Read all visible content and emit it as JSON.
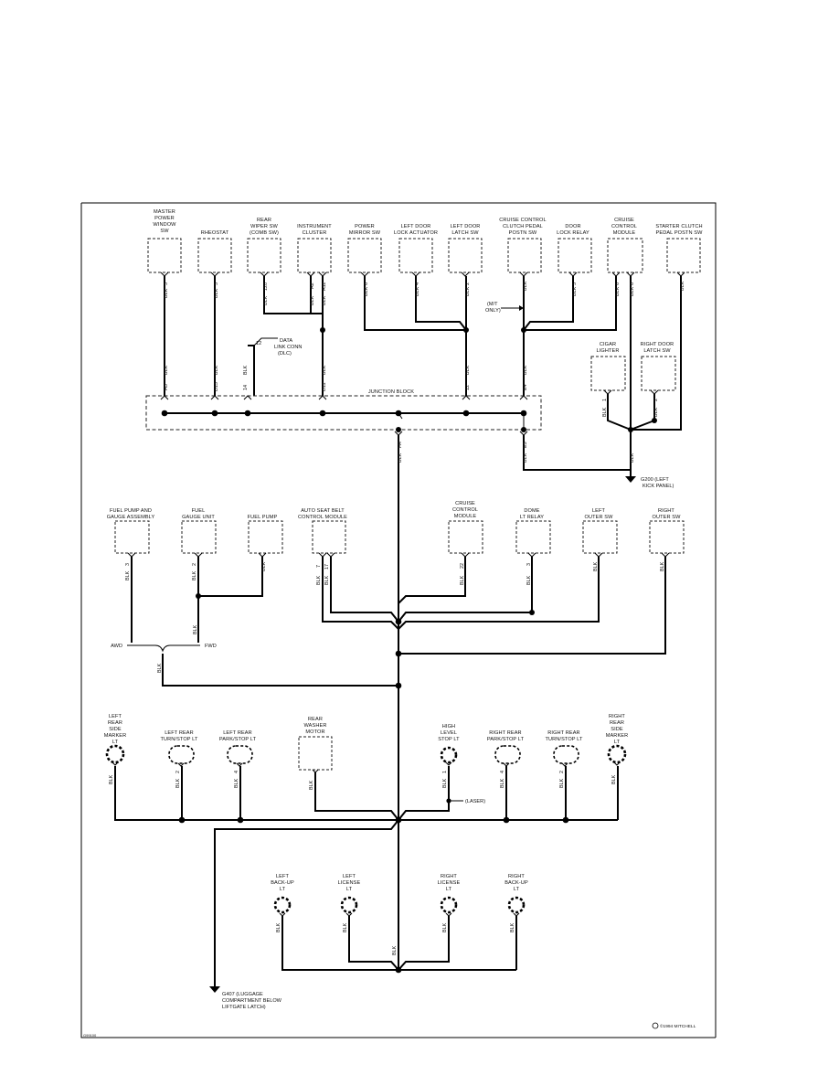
{
  "diagram": {
    "top_components": [
      {
        "id": "master-power-window-sw",
        "label": [
          "MASTER",
          "POWER",
          "WINDOW",
          "SW"
        ],
        "pin": "3"
      },
      {
        "id": "rheostat",
        "label": [
          "RHEOSTAT"
        ],
        "pin": "3"
      },
      {
        "id": "rear-wiper-sw",
        "label": [
          "REAR",
          "WIPER SW",
          "(COMB SW)"
        ],
        "pin": "120"
      },
      {
        "id": "instrument-cluster",
        "label": [
          "INSTRUMENT",
          "CLUSTER"
        ],
        "pins": [
          "A2",
          "A11"
        ]
      },
      {
        "id": "power-mirror-sw",
        "label": [
          "POWER",
          "MIRROR SW"
        ],
        "pin": "6"
      },
      {
        "id": "left-door-lock-actuator",
        "label": [
          "LEFT DOOR",
          "LOCK ACTUATOR"
        ],
        "pin": "4"
      },
      {
        "id": "left-door-latch-sw",
        "label": [
          "LEFT DOOR",
          "LATCH SW"
        ],
        "pin": "2"
      },
      {
        "id": "cruise-control-clutch-pedal-postn-sw",
        "label": [
          "CRUISE CONTROL",
          "CLUTCH PEDAL",
          "POSTN SW"
        ],
        "pin": ""
      },
      {
        "id": "door-lock-relay",
        "label": [
          "DOOR",
          "LOCK RELAY"
        ],
        "pin": "5"
      },
      {
        "id": "cruise-control-module-top",
        "label": [
          "CRUISE",
          "CONTROL",
          "MODULE"
        ],
        "pins": [
          "6",
          "6"
        ]
      },
      {
        "id": "starter-clutch-pedal-postn-sw",
        "label": [
          "STARTER CLUTCH",
          "PEDAL POSTN SW"
        ],
        "pin": ""
      }
    ],
    "mt_only": [
      "(M/T",
      "ONLY)"
    ],
    "dlc": {
      "pin": "12",
      "label": [
        "DATA",
        "LINK CONN",
        "(DLC)"
      ]
    },
    "junction_block": {
      "label": "JUNCTION BLOCK",
      "pins": [
        "H3",
        "D13",
        "14",
        "D11",
        "12",
        "E4"
      ],
      "out_pins": [
        "H4",
        "E5"
      ]
    },
    "cigar_lighter": {
      "label": [
        "CIGAR",
        "LIGHTER"
      ],
      "pin": "1"
    },
    "right_door_latch_sw": {
      "label": [
        "RIGHT DOOR",
        "LATCH SW"
      ],
      "pin": "2"
    },
    "ground_g200": [
      "G200 (LEFT",
      "KICK PANEL)"
    ],
    "mid_components": [
      {
        "id": "fuel-pump-and-gauge-assembly",
        "label": [
          "FUEL PUMP AND",
          "GAUGE ASSEMBLY"
        ],
        "pin": "3"
      },
      {
        "id": "fuel-gauge-unit",
        "label": [
          "FUEL",
          "GAUGE UNIT"
        ],
        "pin": "2"
      },
      {
        "id": "fuel-pump",
        "label": [
          "FUEL PUMP"
        ],
        "pin": ""
      },
      {
        "id": "auto-seat-belt-control-module",
        "label": [
          "AUTO SEAT BELT",
          "CONTROL MODULE"
        ],
        "pins": [
          "7",
          "17"
        ]
      },
      {
        "id": "cruise-control-module-mid",
        "label": [
          "CRUISE",
          "CONTROL",
          "MODULE"
        ],
        "pin": "22"
      },
      {
        "id": "dome-lt-relay",
        "label": [
          "DOME",
          "LT RELAY"
        ],
        "pin": "3"
      },
      {
        "id": "left-outer-sw",
        "label": [
          "LEFT",
          "OUTER SW"
        ],
        "pin": ""
      },
      {
        "id": "right-outer-sw",
        "label": [
          "RIGHT",
          "OUTER SW"
        ],
        "pin": ""
      }
    ],
    "awd": "AWD",
    "fwd": "FWD",
    "lower_components": [
      {
        "id": "left-rear-side-marker-lt",
        "label": [
          "LEFT",
          "REAR",
          "SIDE",
          "MARKER",
          "LT"
        ],
        "pin": ""
      },
      {
        "id": "left-rear-turn-stop-lt",
        "label": [
          "LEFT REAR",
          "TURN/STOP LT"
        ],
        "pin": "2"
      },
      {
        "id": "left-rear-park-stop-lt",
        "label": [
          "LEFT REAR",
          "PARK/STOP LT"
        ],
        "pin": "4"
      },
      {
        "id": "rear-washer-motor",
        "label": [
          "REAR",
          "WASHER",
          "MOTOR"
        ],
        "pin": ""
      },
      {
        "id": "high-level-stop-lt",
        "label": [
          "HIGH",
          "LEVEL",
          "STOP LT"
        ],
        "pin": "1"
      },
      {
        "id": "right-rear-park-stop-lt",
        "label": [
          "RIGHT REAR",
          "PARK/STOP LT"
        ],
        "pin": "4"
      },
      {
        "id": "right-rear-turn-stop-lt",
        "label": [
          "RIGHT REAR",
          "TURN/STOP LT"
        ],
        "pin": "2"
      },
      {
        "id": "right-rear-side-marker-lt",
        "label": [
          "RIGHT",
          "REAR",
          "SIDE",
          "MARKER",
          "LT"
        ],
        "pin": ""
      }
    ],
    "laser": "(LASER)",
    "bottom_components": [
      {
        "id": "left-back-up-lt",
        "label": [
          "LEFT",
          "BACK-UP",
          "LT"
        ]
      },
      {
        "id": "left-license-lt",
        "label": [
          "LEFT",
          "LICENSE",
          "LT"
        ]
      },
      {
        "id": "right-license-lt",
        "label": [
          "RIGHT",
          "LICENSE",
          "LT"
        ]
      },
      {
        "id": "right-back-up-lt",
        "label": [
          "RIGHT",
          "BACK-UP",
          "LT"
        ]
      }
    ],
    "ground_g407": [
      "G407 (LUGGAGE",
      "COMPARTMENT BELOW",
      "LIFTGATE LATCH)"
    ],
    "wire_color": "BLK",
    "copyright": "©1994 MITCHELL",
    "figure_code": "G99100"
  },
  "colors": {
    "line": "#000000",
    "background": "#ffffff"
  }
}
